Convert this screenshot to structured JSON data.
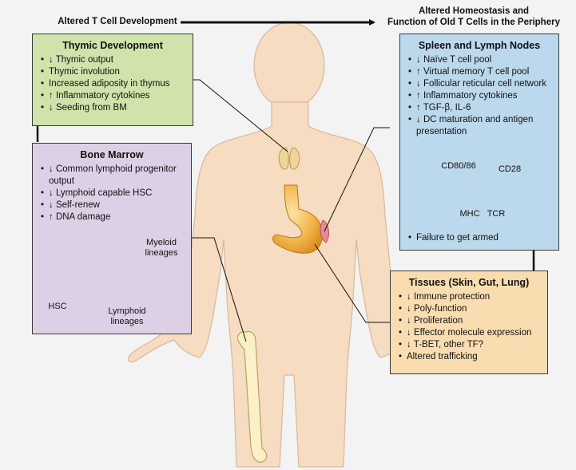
{
  "header": {
    "left": "Altered T Cell Development",
    "right_line1": "Altered Homeostasis and",
    "right_line2": "Function of Old T Cells in the Periphery"
  },
  "thymic": {
    "title": "Thymic Development",
    "items": [
      "↓ Thymic output",
      "Thymic involution",
      "Increased adiposity in thymus",
      "↑ Inflammatory cytokines",
      "↓ Seeding from BM"
    ]
  },
  "bone_marrow": {
    "title": "Bone Marrow",
    "items": [
      "↓ Common lymphoid progenitor output",
      "↓ Lymphoid capable HSC",
      "↓ Self-renew",
      "↑ DNA damage"
    ],
    "hsc_label": "HSC",
    "myeloid_label": "Myeloid lineages",
    "lymphoid_label": "Lymphoid lineages"
  },
  "spleen": {
    "title": "Spleen and Lymph Nodes",
    "items": [
      "↓ Naïve T cell pool",
      "↑ Virtual memory T cell pool",
      "↓ Follicular reticular cell network",
      "↑ Inflammatory cytokines",
      "↑ TGF-β, IL-6",
      "↓ DC maturation and antigen presentation"
    ],
    "cd80_label": "CD80/86",
    "cd28_label": "CD28",
    "mhc_label": "MHC",
    "tcr_label": "TCR",
    "footer_item": "Failure to get armed"
  },
  "tissues": {
    "title": "Tissues (Skin, Gut, Lung)",
    "items": [
      "↓ Immune protection",
      "↓ Poly-function",
      "↓ Proliferation",
      "↓ Effector molecule expression",
      "↓ T-BET, other TF?",
      "Altered trafficking"
    ]
  },
  "colors": {
    "background": "#f3f3f3",
    "skin": "#f6dcc1",
    "skin_outline": "#d9b89a",
    "thymic_box": "#cfe3aa",
    "bone_marrow_box": "#ddd0e6",
    "spleen_box": "#bcd8ec",
    "tissues_box": "#f9ddb0",
    "inhibition": "#d23b4b"
  }
}
